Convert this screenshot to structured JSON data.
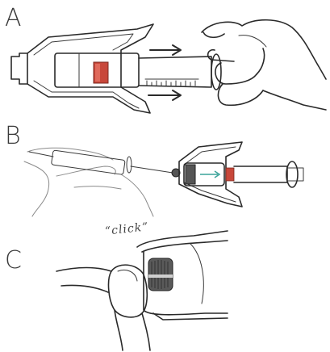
{
  "steps": [
    {
      "label": "A"
    },
    {
      "label": "B"
    },
    {
      "label": "C"
    }
  ],
  "annotations": {
    "click_text": "“click”"
  },
  "colors": {
    "ink": "#2a2a2a",
    "plunger_red": "#c8473a",
    "arrow_teal": "#3aa39a",
    "cap_dark": "#555555"
  },
  "icons": [
    "arrow-right-icon",
    "hand-icon",
    "syringe-icon",
    "device-icon"
  ]
}
